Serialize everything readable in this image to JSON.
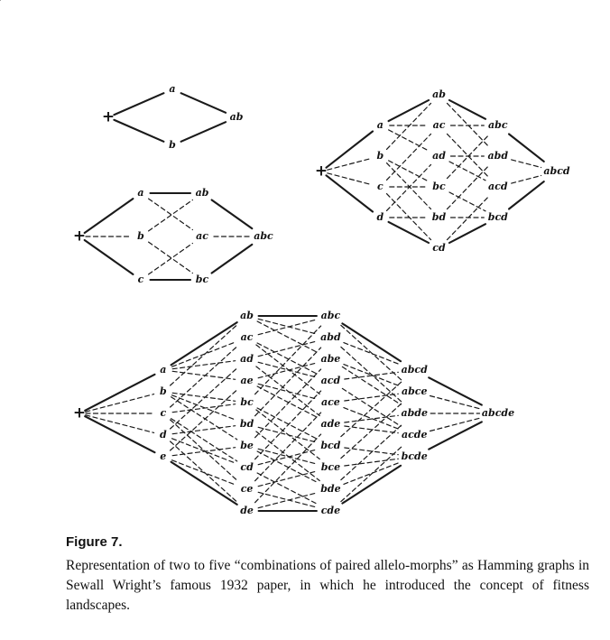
{
  "figure": {
    "label": "Figure 7.",
    "caption": "Representation of two to five “combinations of paired allelo-morphs” as Hamming graphs in Sewall Wright’s famous 1932 paper, in which he introduced the concept of fitness landscapes."
  },
  "graphs": {
    "two_loci": {
      "root": "+",
      "nodes": [
        "a",
        "b",
        "ab"
      ]
    },
    "three_loci": {
      "root": "+",
      "nodes": [
        "a",
        "b",
        "c",
        "ab",
        "ac",
        "bc",
        "abc"
      ]
    },
    "four_loci": {
      "root": "+",
      "nodes": [
        "a",
        "b",
        "c",
        "d",
        "ab",
        "ac",
        "ad",
        "bc",
        "bd",
        "cd",
        "abc",
        "abd",
        "acd",
        "bcd",
        "abcd"
      ]
    },
    "five_loci": {
      "root": "+",
      "nodes": [
        "a",
        "b",
        "c",
        "d",
        "e",
        "ab",
        "ac",
        "ad",
        "ae",
        "bc",
        "bd",
        "be",
        "cd",
        "ce",
        "de",
        "abc",
        "abd",
        "abe",
        "acd",
        "ace",
        "ade",
        "bcd",
        "bce",
        "bde",
        "cde",
        "abcd",
        "abce",
        "abde",
        "acde",
        "bcde",
        "abcde"
      ]
    }
  }
}
